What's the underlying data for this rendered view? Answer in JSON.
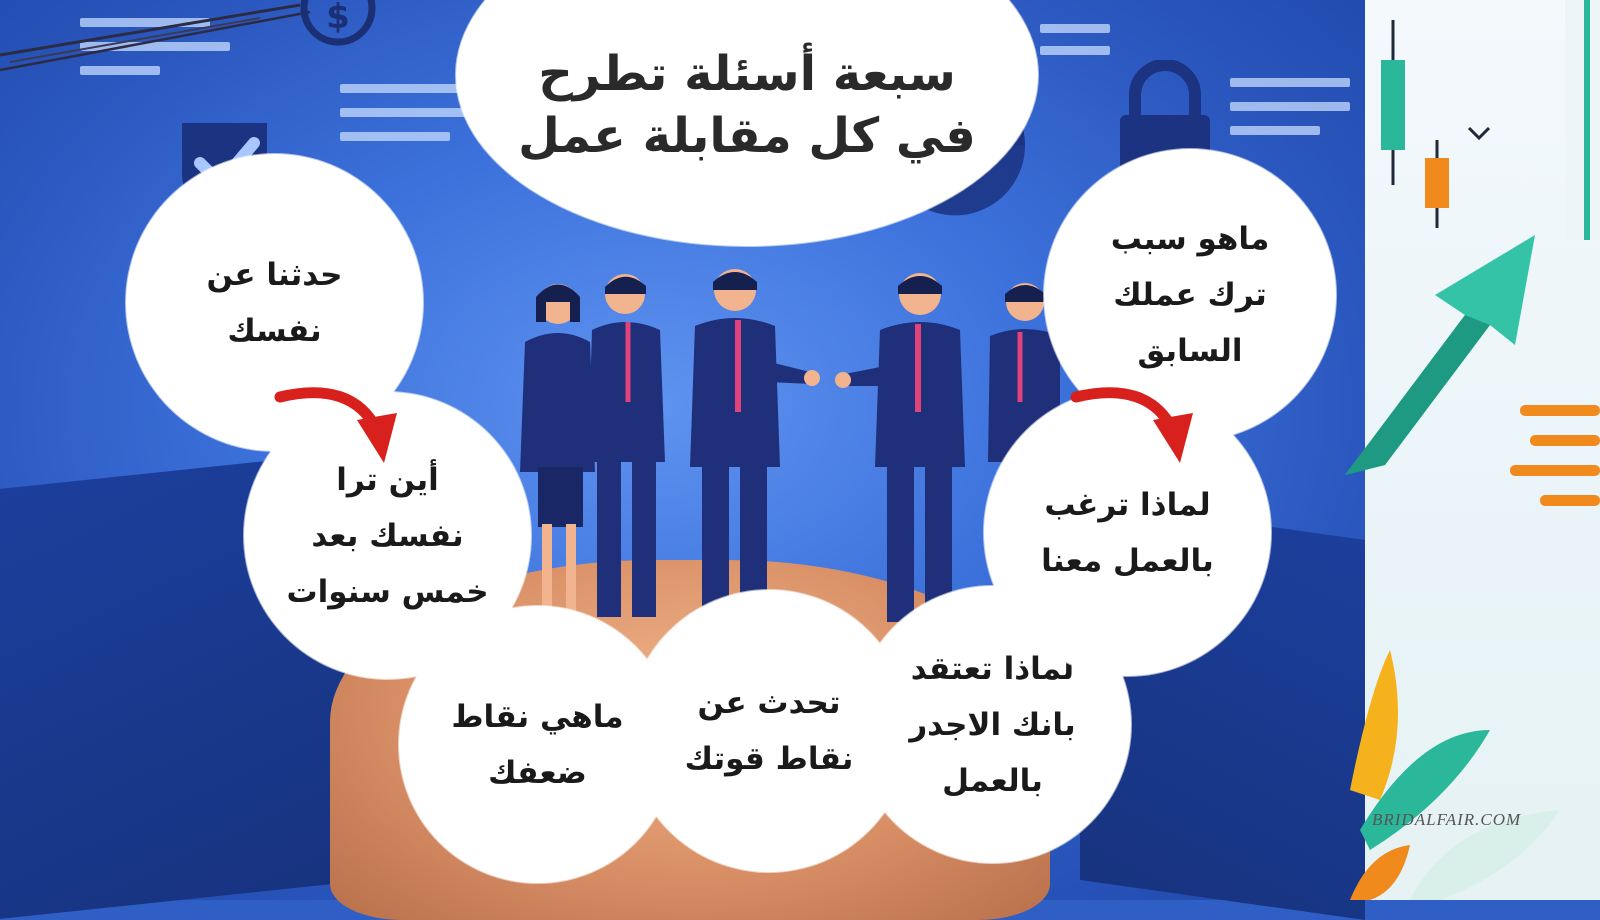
{
  "title": "سبعة أسئلة تطرح\nفي كل مقابلة عمل",
  "questions": {
    "q1": "حدثنا عن\nنفسك",
    "q2": "أين ترا\nنفسك بعد\nخمس سنوات",
    "q3": "ماهي نقاط\nضعفك",
    "q4": "تحدث عن\nنقاط قوتك",
    "q5": "لماذا تعتقد\nبانك الاجدر\nبالعمل",
    "q6": "لماذا ترغب\nبالعمل معنا",
    "q7": "ماهو سبب\nترك عملك\nالسابق"
  },
  "watermark": "BRIDALFAIR.COM",
  "colors": {
    "background_blue": "#3d72dc",
    "bubble": "#ffffff",
    "arrow_red": "#d8201c",
    "suit_navy": "#1f2f7a",
    "chart_green": "#2bb79a",
    "chart_orange": "#f08a1c"
  },
  "icons": [
    "dollar-icon",
    "shield-check-icon",
    "padlock-icon",
    "pie-chart-icon",
    "candlestick-chart-icon",
    "trend-arrow-icon"
  ]
}
